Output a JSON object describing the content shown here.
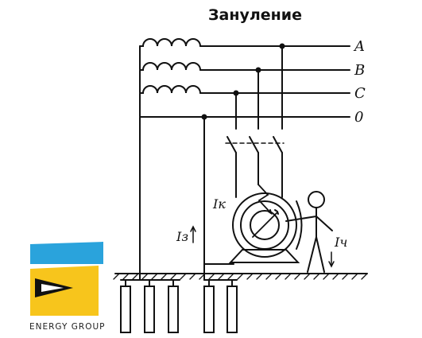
{
  "title": "Зануление",
  "phases": [
    "A",
    "B",
    "C"
  ],
  "neutral": "0",
  "labels": {
    "fault_current": "Iк",
    "ground_current": "Iз",
    "human_current": "Iч"
  },
  "brand": {
    "name": "ENERGY GROUP",
    "colors": {
      "blue": "#2aa3dc",
      "yellow": "#f7c51c",
      "black": "#111111"
    }
  },
  "line_color": "#111111"
}
